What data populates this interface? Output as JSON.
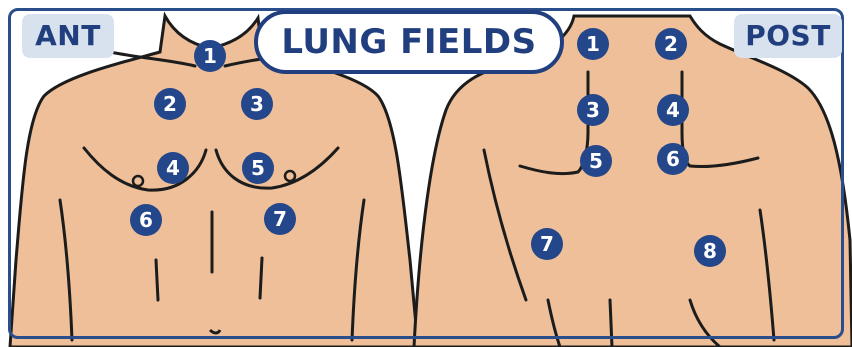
{
  "title": "LUNG FIELDS",
  "labels": {
    "anterior": "ANT",
    "posterior": "POST"
  },
  "colors": {
    "skin": "#eebf98",
    "outline": "#1c1c1c",
    "marker": "#24468a",
    "accent": "#213f7e",
    "tag_bg": "#d7e2ee"
  },
  "anterior_points": [
    "1",
    "2",
    "3",
    "4",
    "5",
    "6",
    "7"
  ],
  "posterior_points": [
    "1",
    "2",
    "3",
    "4",
    "5",
    "6",
    "7",
    "8"
  ]
}
